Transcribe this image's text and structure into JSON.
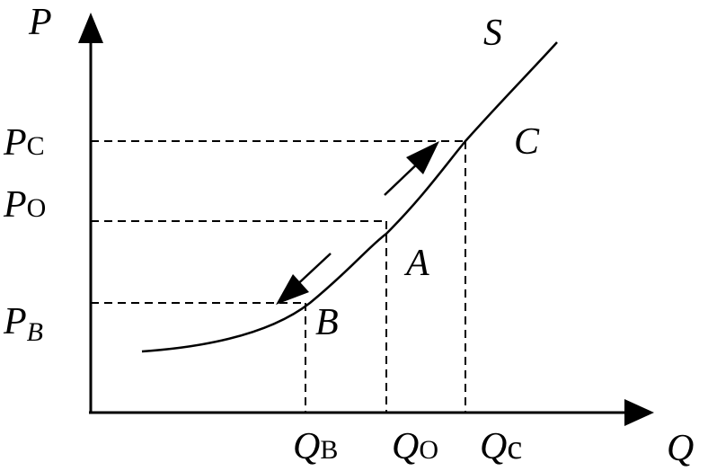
{
  "axes": {
    "y_label": "P",
    "x_label": "Q"
  },
  "curve": {
    "label": "S"
  },
  "points": [
    {
      "id": "C",
      "label": "C"
    },
    {
      "id": "A",
      "label": "A"
    },
    {
      "id": "B",
      "label": "B"
    }
  ],
  "y_ticks": [
    {
      "main": "P",
      "sub": "C",
      "sub_italic": false
    },
    {
      "main": "P",
      "sub": "O",
      "sub_italic": false
    },
    {
      "main": "P",
      "sub": "B",
      "sub_italic": true
    }
  ],
  "x_ticks": [
    {
      "main": "Q",
      "sub": "B"
    },
    {
      "main": "Q",
      "sub": "O"
    },
    {
      "main": "Q",
      "sub": "c"
    }
  ],
  "movement_arrows": [
    {
      "name": "up-along-curve"
    },
    {
      "name": "down-along-curve"
    }
  ]
}
